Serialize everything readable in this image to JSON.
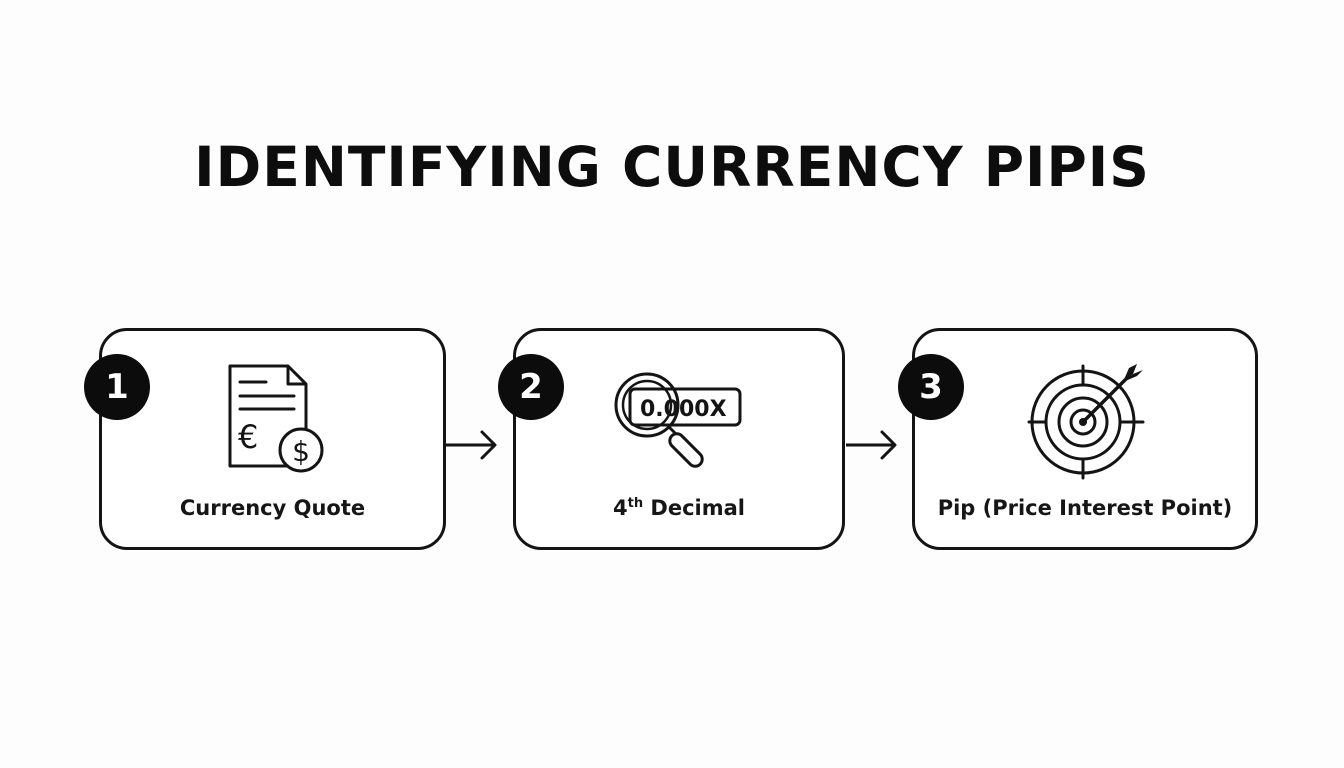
{
  "title": "IDENTIFYING CURRENCY PIPIS",
  "steps": [
    {
      "number": "1",
      "label": "Currency Quote",
      "icon": "document-currency-icon",
      "icon_text_euro": "€",
      "icon_text_dollar": "$"
    },
    {
      "number": "2",
      "label_prefix": "4",
      "label_sup": "th",
      "label_suffix": " Decimal",
      "icon": "magnifier-decimal-icon",
      "icon_text": "0.000X"
    },
    {
      "number": "3",
      "label": "Pip (Price Interest Point)",
      "icon": "target-arrow-icon"
    }
  ],
  "connector": "arrow-right-icon",
  "colors": {
    "background": "#fdfdfd",
    "stroke": "#141414",
    "badge": "#0c0c0c",
    "badge_text": "#ffffff"
  }
}
